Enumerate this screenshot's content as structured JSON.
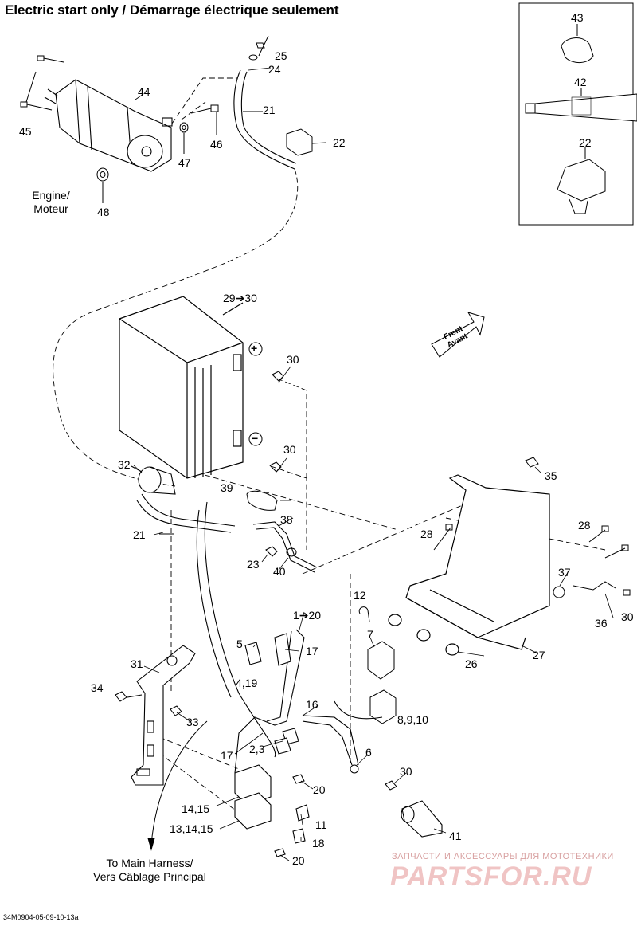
{
  "title": "Electric start only / Démarrage électrique seulement",
  "diagram_code": "34M0904-05-09-10-13a",
  "captions": {
    "engine": [
      "Engine/",
      "Moteur"
    ],
    "to_main_harness": [
      "To Main Harness/",
      "Vers Câblage Principal"
    ],
    "front": [
      "Front",
      "Avant"
    ]
  },
  "polarity": {
    "positive": "+",
    "negative": "−"
  },
  "callouts": {
    "c25": "25",
    "c24": "24",
    "c44": "44",
    "c21a": "21",
    "c22a": "22",
    "c45": "45",
    "c46": "46",
    "c47": "47",
    "c48": "48",
    "c43": "43",
    "c42": "42",
    "c22b": "22",
    "c29_30": "29➔30",
    "c30a": "30",
    "c30b": "30",
    "c32": "32",
    "c39": "39",
    "c35": "35",
    "c38": "38",
    "c21b": "21",
    "c23": "23",
    "c40": "40",
    "c28a": "28",
    "c28b": "28",
    "c37": "37",
    "c12": "12",
    "c1_20": "1➔20",
    "c7": "7",
    "c36": "36",
    "c30c": "30",
    "c26": "26",
    "c27": "27",
    "c5": "5",
    "c17a": "17",
    "c31": "31",
    "c4_19": "4,19",
    "c34": "34",
    "c8_9_10": "8,9,10",
    "c16": "16",
    "c33": "33",
    "c2_3": "2,3",
    "c17b": "17",
    "c6": "6",
    "c30d": "30",
    "c20a": "20",
    "c14_15": "14,15",
    "c11": "11",
    "c13_14_15": "13,14,15",
    "c41": "41",
    "c18": "18",
    "c20b": "20"
  },
  "watermark": {
    "tagline": "ЗАПЧАСТИ И АКСЕССУАРЫ ДЛЯ МОТОТЕХНИКИ",
    "logo": "PARTSFOR.RU"
  }
}
